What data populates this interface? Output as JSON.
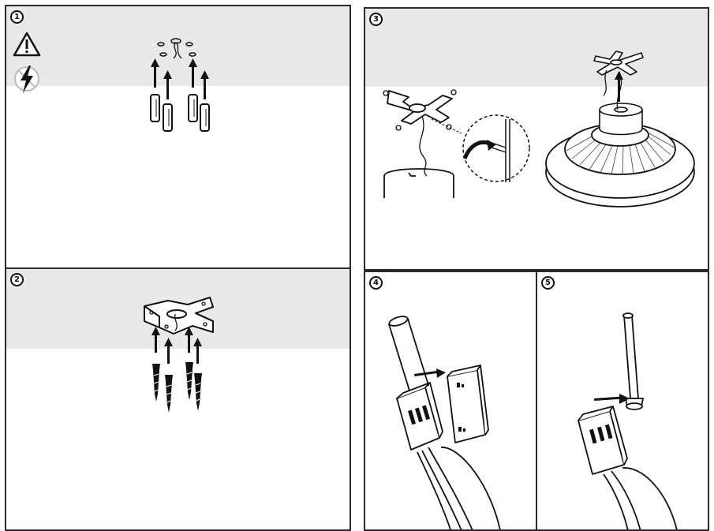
{
  "steps": [
    {
      "number": "1"
    },
    {
      "number": "2"
    },
    {
      "number": "3"
    },
    {
      "number": "4"
    },
    {
      "number": "5"
    }
  ],
  "icons": {
    "warning": "warning-triangle-icon",
    "no_electricity": "no-electricity-icon"
  },
  "colors": {
    "ceiling": "#e9e9e9",
    "line": "#111111",
    "border": "#2a2a2a"
  }
}
